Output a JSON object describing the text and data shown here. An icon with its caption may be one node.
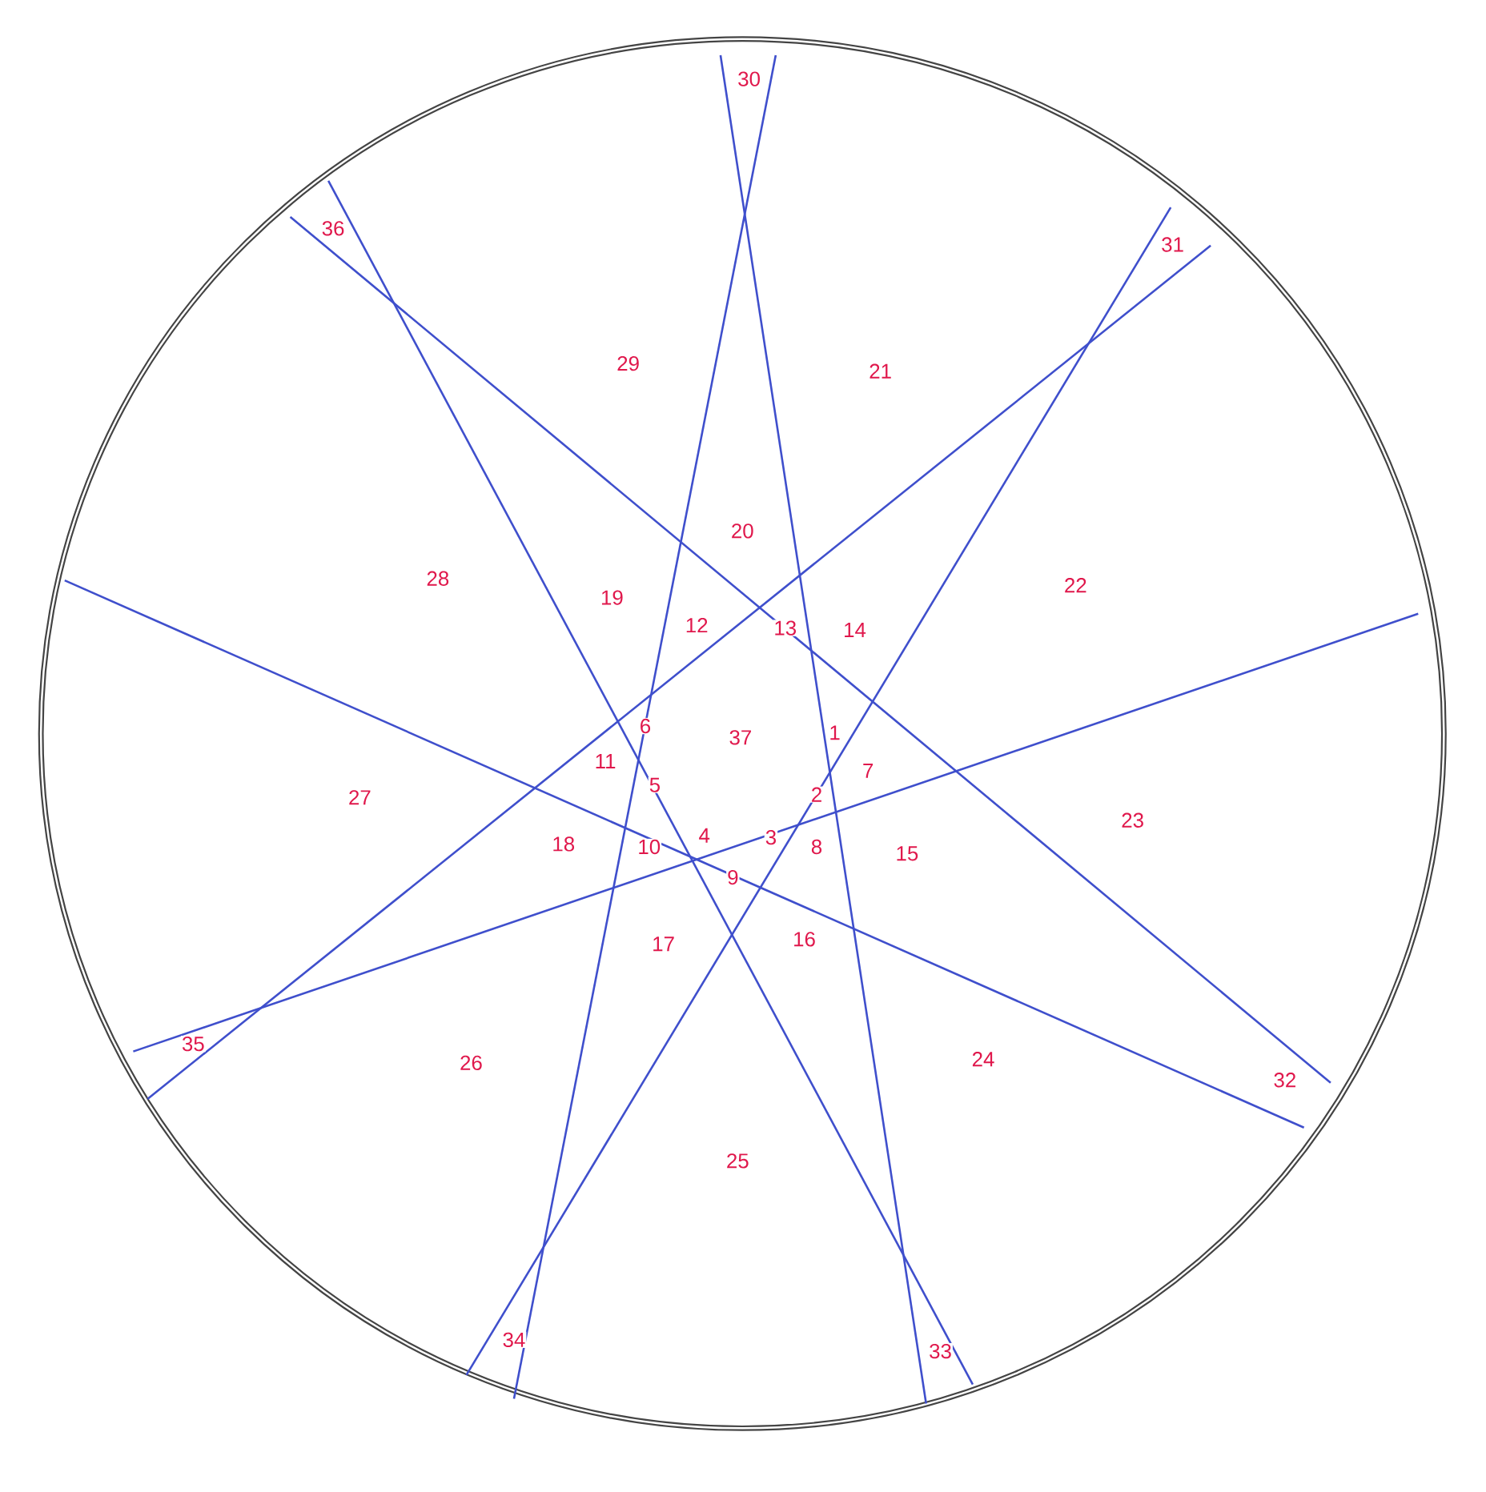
{
  "diagram": {
    "labels": [
      "1",
      "2",
      "3",
      "4",
      "5",
      "6",
      "7",
      "8",
      "9",
      "10",
      "11",
      "12",
      "13",
      "14",
      "15",
      "16",
      "17",
      "18",
      "19",
      "20",
      "21",
      "22",
      "23",
      "24",
      "25",
      "26",
      "27",
      "28",
      "29",
      "30",
      "31",
      "32",
      "33",
      "34",
      "35",
      "36",
      "37"
    ]
  }
}
